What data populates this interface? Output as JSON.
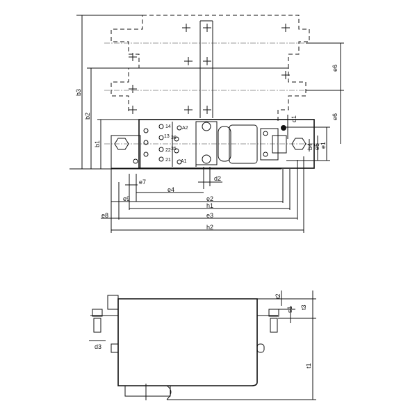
{
  "top_view": {
    "dims": {
      "b3": "b3",
      "b2": "b2",
      "b1": "b1",
      "e6a": "e6",
      "e6b": "e6",
      "d1": "d1",
      "b4": "b4",
      "e5": "e5",
      "e1": "e1",
      "e7": "e7",
      "d2": "d2",
      "e4": "e4",
      "e9": "e9",
      "e2": "e2",
      "h1": "h1",
      "e8": "e8",
      "e3": "e3",
      "h2": "h2"
    },
    "terminals": [
      "14",
      "13",
      "22",
      "21",
      "A2",
      "36",
      "35",
      "A1"
    ]
  },
  "side_view": {
    "dims": {
      "t2": "t2",
      "t3": "t3",
      "s1": "s1",
      "t1": "t1",
      "d3": "d3"
    }
  }
}
